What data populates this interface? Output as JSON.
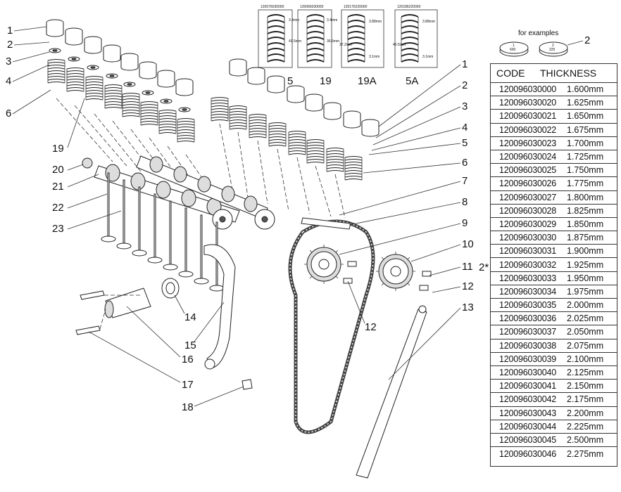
{
  "callouts_left": [
    "1",
    "2",
    "3",
    "4",
    "6",
    "19",
    "20",
    "21",
    "22",
    "23",
    "14",
    "15",
    "16",
    "17",
    "18"
  ],
  "callouts_right": [
    "1",
    "2",
    "3",
    "4",
    "5",
    "6",
    "7",
    "8",
    "9",
    "10",
    "11",
    "12",
    "12",
    "13"
  ],
  "spring_variants": [
    {
      "label": "5",
      "part_no": "120076030000",
      "dims": [
        "41.5mm",
        "3.4mm"
      ]
    },
    {
      "label": "19",
      "part_no": "120066030000",
      "dims": [
        "36.5mm",
        "3.4mm"
      ]
    },
    {
      "label": "19A",
      "part_no": "120176220000",
      "dims": [
        "37.2mm",
        "3.1mm",
        "3.88mm"
      ]
    },
    {
      "label": "5A",
      "part_no": "120186220000",
      "dims": [
        "40.5mm",
        "3.1mm",
        "3.88mm"
      ]
    }
  ],
  "shim_examples": {
    "label": "for examples",
    "callout": "2",
    "shims": [
      {
        "top": "1",
        "bottom": "600"
      },
      {
        "top": "2",
        "bottom": "225"
      }
    ]
  },
  "group_marker": "2*",
  "table": {
    "header_code": "CODE",
    "header_thickness": "THICKNESS",
    "rows": [
      {
        "code": "120096030000",
        "thickness": "1.600mm"
      },
      {
        "code": "120096030020",
        "thickness": "1.625mm"
      },
      {
        "code": "120096030021",
        "thickness": "1.650mm"
      },
      {
        "code": "120096030022",
        "thickness": "1.675mm"
      },
      {
        "code": "120096030023",
        "thickness": "1.700mm"
      },
      {
        "code": "120096030024",
        "thickness": "1.725mm"
      },
      {
        "code": "120096030025",
        "thickness": "1.750mm"
      },
      {
        "code": "120096030026",
        "thickness": "1.775mm"
      },
      {
        "code": "120096030027",
        "thickness": "1.800mm"
      },
      {
        "code": "120096030028",
        "thickness": "1.825mm"
      },
      {
        "code": "120096030029",
        "thickness": "1.850mm"
      },
      {
        "code": "120096030030",
        "thickness": "1.875mm"
      },
      {
        "code": "120096030031",
        "thickness": "1.900mm"
      },
      {
        "code": "120096030032",
        "thickness": "1.925mm"
      },
      {
        "code": "120096030033",
        "thickness": "1.950mm"
      },
      {
        "code": "120096030034",
        "thickness": "1.975mm"
      },
      {
        "code": "120096030035",
        "thickness": "2.000mm"
      },
      {
        "code": "120096030036",
        "thickness": "2.025mm"
      },
      {
        "code": "120096030037",
        "thickness": "2.050mm"
      },
      {
        "code": "120096030038",
        "thickness": "2.075mm"
      },
      {
        "code": "120096030039",
        "thickness": "2.100mm"
      },
      {
        "code": "120096030040",
        "thickness": "2.125mm"
      },
      {
        "code": "120096030041",
        "thickness": "2.150mm"
      },
      {
        "code": "120096030042",
        "thickness": "2.175mm"
      },
      {
        "code": "120096030043",
        "thickness": "2.200mm"
      },
      {
        "code": "120096030044",
        "thickness": "2.225mm"
      },
      {
        "code": "120096030045",
        "thickness": "2.500mm"
      },
      {
        "code": "120096030046",
        "thickness": "2.275mm"
      }
    ]
  }
}
